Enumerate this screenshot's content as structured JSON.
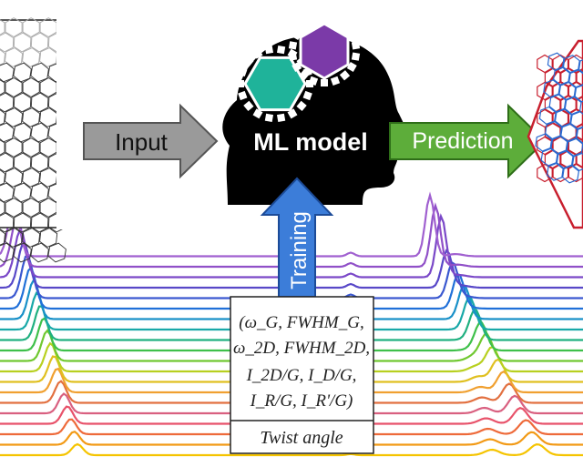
{
  "arrows": {
    "input_label": "Input",
    "prediction_label": "Prediction",
    "training_label": "Training"
  },
  "head": {
    "label": "ML model",
    "gear_colors": [
      "#1fb39a",
      "#7b3aa8"
    ]
  },
  "features": {
    "line1": "(ω_G, FWHM_G,",
    "line2": "ω_2D, FWHM_2D,",
    "line3": "I_2D/G, I_D/G,",
    "line4": "I_R/G, I_R'/G)",
    "output": "Twist angle"
  },
  "spectra": {
    "count": 20,
    "colors": [
      "#f5c400",
      "#f29a16",
      "#ee6a3a",
      "#e8526a",
      "#d96080",
      "#e27040",
      "#f0a030",
      "#e0c020",
      "#b8d020",
      "#70c830",
      "#3ec04a",
      "#20b080",
      "#18a8a8",
      "#1890c8",
      "#2070d8",
      "#3a58d0",
      "#5848c8",
      "#7a48c8",
      "#9050c8",
      "#a060d0"
    ]
  }
}
